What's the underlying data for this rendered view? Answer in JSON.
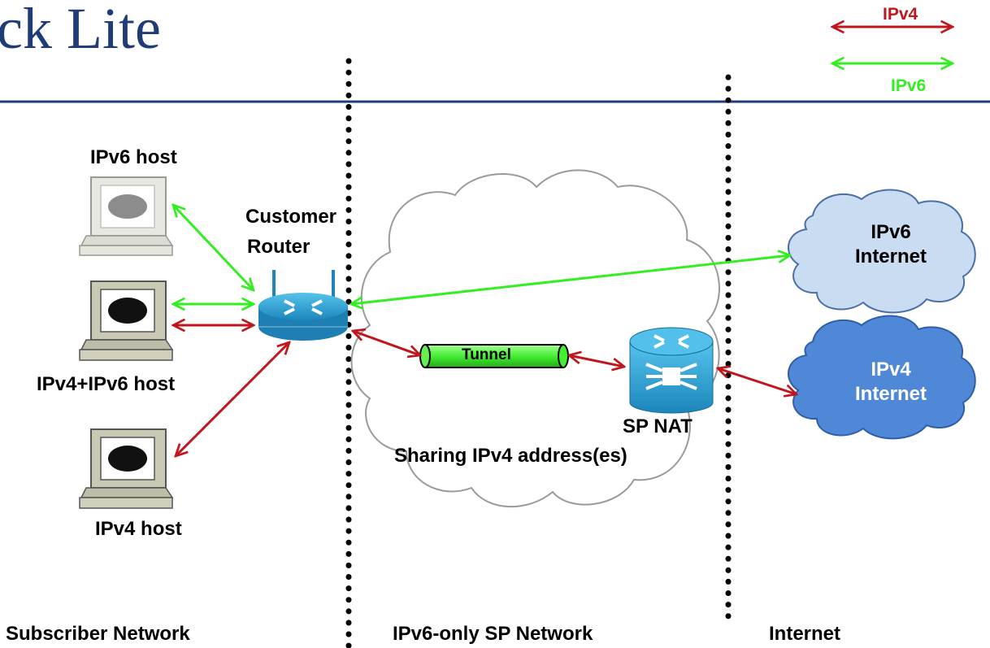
{
  "slide": {
    "title": "ck Lite"
  },
  "legend": {
    "ipv4": "IPv4",
    "ipv6": "IPv6"
  },
  "hosts": {
    "ipv6_host": "IPv6 host",
    "dual_host": "IPv4+IPv6 host",
    "ipv4_host": "IPv4 host"
  },
  "router": {
    "label_line1": "Customer",
    "label_line2": "Router"
  },
  "tunnel": {
    "label": "Tunnel"
  },
  "sp_nat": {
    "label": "SP NAT",
    "caption": "Sharing IPv4 address(es)"
  },
  "clouds": {
    "ipv6_internet_line1": "IPv6",
    "ipv6_internet_line2": "Internet",
    "ipv4_internet_line1": "IPv4",
    "ipv4_internet_line2": "Internet"
  },
  "zones": {
    "subscriber": "Subscriber Network",
    "sp": "IPv6-only SP Network",
    "internet": "Internet"
  },
  "colors": {
    "ipv4": "#c0161c",
    "ipv6": "#33ee22",
    "title": "#1f3c78",
    "rule": "#1f3c78",
    "router_blue": "#2aa1d6",
    "ipv6_cloud": "#c9dcf2",
    "ipv4_cloud": "#4f88d6",
    "tunnel": "#44ee33"
  }
}
